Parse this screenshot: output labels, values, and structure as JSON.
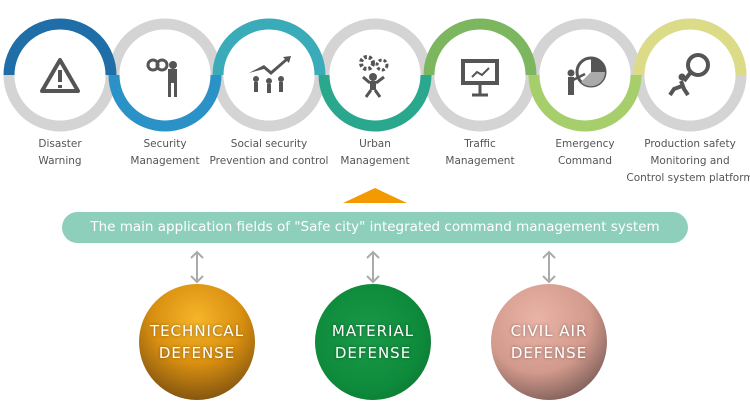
{
  "fields": [
    {
      "lines": [
        "Disaster",
        "Warning"
      ],
      "icon": "warning-icon",
      "color": "#1f6ea8",
      "half": "top"
    },
    {
      "lines": [
        "Security",
        "Management"
      ],
      "icon": "binoculars-icon",
      "color": "#2a92c6",
      "half": "bottom"
    },
    {
      "lines": [
        "Social security",
        "Prevention and control"
      ],
      "icon": "people-arrow-icon",
      "color": "#3aacb9",
      "half": "top"
    },
    {
      "lines": [
        "Urban",
        "Management"
      ],
      "icon": "gears-person-icon",
      "color": "#2aa88e",
      "half": "bottom"
    },
    {
      "lines": [
        "Traffic",
        "Management"
      ],
      "icon": "presentation-board-icon",
      "color": "#7cb65e",
      "half": "top"
    },
    {
      "lines": [
        "Emergency",
        "Command"
      ],
      "icon": "pie-chart-presenter-icon",
      "color": "#a6cf6b",
      "half": "bottom"
    },
    {
      "lines": [
        "Production safety",
        "Monitoring and",
        "Control system platform"
      ],
      "icon": "magnifier-person-icon",
      "color": "#dcdc88",
      "half": "top"
    }
  ],
  "ring_gray": "#d4d4d4",
  "banner": {
    "text": "The main application fields of \"Safe city\" integrated command management system",
    "color": "#8ecfbc"
  },
  "accent": "#f39a00",
  "defenses": [
    {
      "line1": "TECHNICAL",
      "line2": "DEFENSE"
    },
    {
      "line1": "MATERIAL",
      "line2": "DEFENSE"
    },
    {
      "line1": "CIVIL AIR",
      "line2": "DEFENSE"
    }
  ]
}
